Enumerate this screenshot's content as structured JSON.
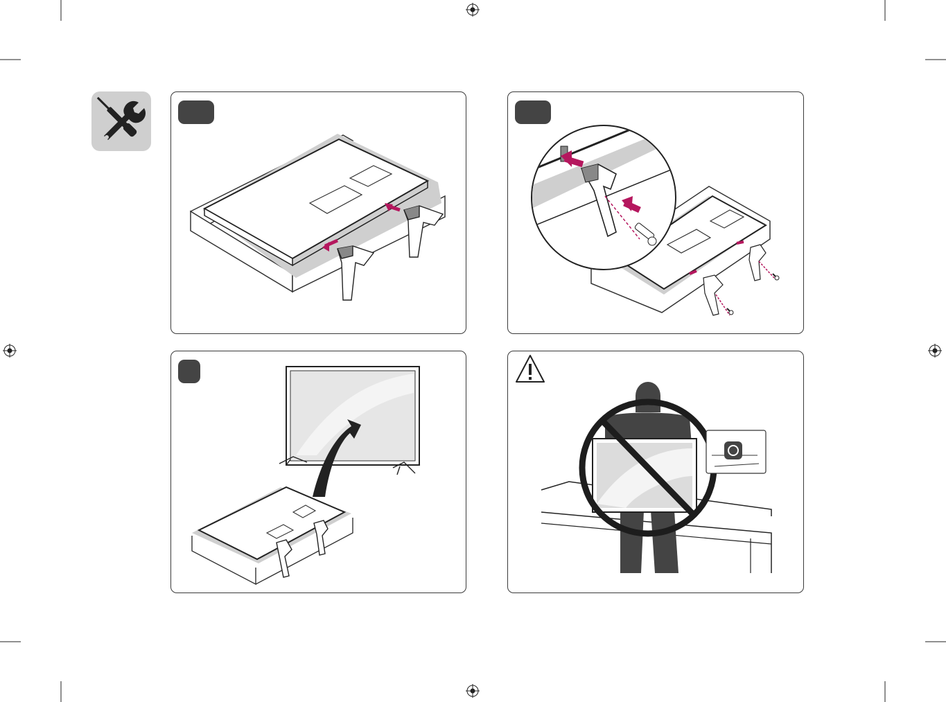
{
  "page": {
    "title": "",
    "accent_color": "#b5175e",
    "shadow_color": "#cfcfcf",
    "line_color": "#333333"
  },
  "tool_icon": {
    "icon": "tools-icon"
  },
  "panels": [
    {
      "id": "step-1",
      "icon": "step-badge"
    },
    {
      "id": "step-2",
      "icon": "step-badge"
    },
    {
      "id": "step-3",
      "icon": "step-badge"
    },
    {
      "id": "caution",
      "icon": "warning-icon"
    }
  ]
}
